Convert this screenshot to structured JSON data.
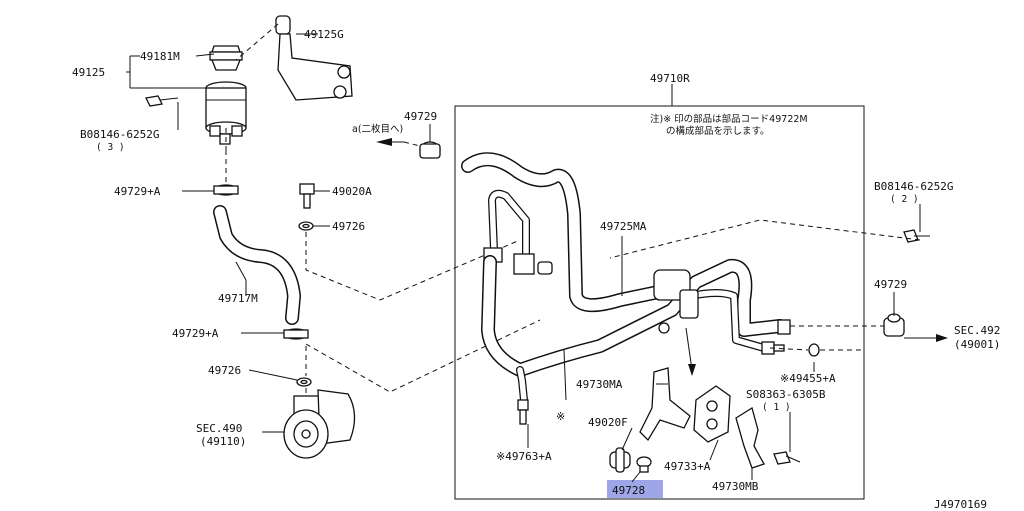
{
  "labels": {
    "p49181M": "49181M",
    "p49125": "49125",
    "p49125G": "49125G",
    "p08146_tl": "B08146-6252G",
    "p08146_tl_qty": "( 3 )",
    "p49729_a1": "49729+A",
    "p49020A": "49020A",
    "p49726_1": "49726",
    "p49717M": "49717M",
    "p49729_a2": "49729+A",
    "p49726_2": "49726",
    "sec490": "SEC.490",
    "sec490_sub": "(49110)",
    "p49729_top": "49729",
    "ref_a": "a(二枚目へ)",
    "p49710R": "49710R",
    "note_line1": "注)※ 印の部品は部品コード49722M",
    "note_line2": "の構成部品を示します。",
    "p08146_tr": "B08146-6252G",
    "p08146_tr_qty": "( 2 )",
    "p49725MA": "49725MA",
    "p49729_right": "49729",
    "sec492": "SEC.492",
    "sec492_sub": "(49001)",
    "p49455": "※49455+A",
    "p08363": "S08363-6305B",
    "p08363_qty": "( 1 )",
    "p49730MA": "49730MA",
    "star": "※",
    "p49020F": "49020F",
    "p49733": "49733+A",
    "p49763": "※49763+A",
    "p49728": "49728",
    "p49730MB": "49730MB",
    "diagram_id": "J4970169"
  },
  "colors": {
    "highlight": "#9fa6e8",
    "ink": "#111111"
  }
}
